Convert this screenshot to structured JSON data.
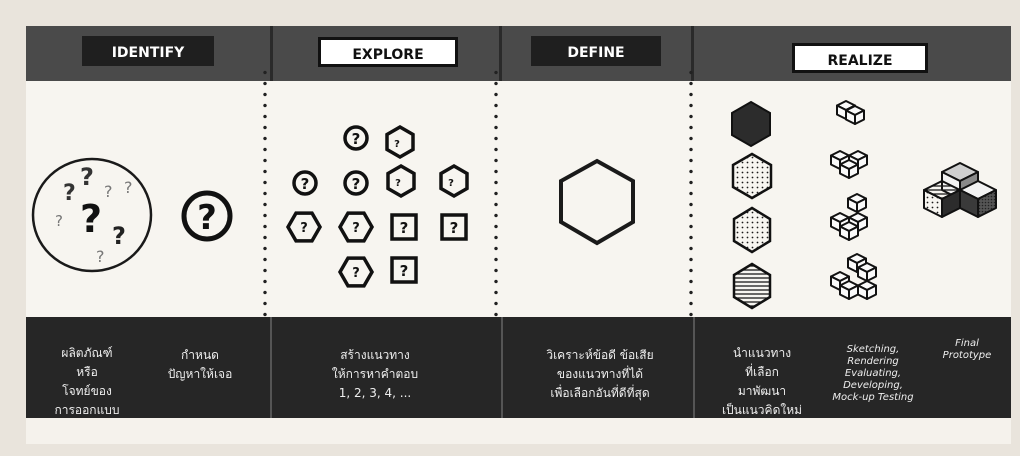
{
  "header": {
    "identify": "IDENTIFY",
    "explore": "EXPLORE",
    "define": "DEFINE",
    "realize": "REALIZE"
  },
  "footer": {
    "identify_col1": "ผลิตภัณฑ์\nหรือ\nโจทย์ของ\nการออกแบบ",
    "identify_col2": "กำหนด\nปัญหาให้เจอ",
    "explore": "สร้างแนวทาง\nให้การหาคำตอบ\n1, 2, 3, 4, ...",
    "define": "วิเคราะห์ข้อดี ข้อเสีย\nของแนวทางที่ได้\nเพื่อเลือกอันที่ดีที่สุด",
    "realize_col1": "นำแนวทาง\nที่เลือก\nมาพัฒนา\nเป็นแนวคิดใหม่",
    "realize_col2": "Sketching,\nRendering\nEvaluating,\nDeveloping,\nMock-up Testing",
    "realize_col3": "Final\nPrototype"
  },
  "symbols": {
    "question_mark": "?"
  },
  "colors": {
    "header_bg": "#4a4a4a",
    "footer_bg": "#262626",
    "ink": "#1a1a1a",
    "paper": "#f7f5f0"
  }
}
